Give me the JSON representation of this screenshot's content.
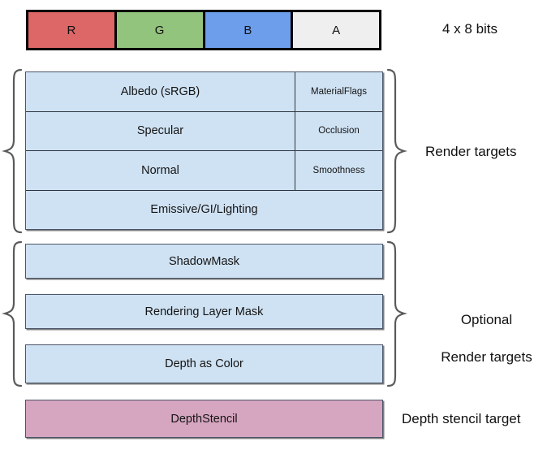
{
  "diagram": {
    "title_hidden": "",
    "colors": {
      "channel_r": "#DD6666",
      "channel_g": "#93C47D",
      "channel_b": "#6D9EEB",
      "channel_a": "#EFEFEF",
      "render_target_fill": "#CFE2F3",
      "depth_stencil_fill": "#D6A5C0",
      "stroke": "#4A5568",
      "text": "#111111"
    }
  },
  "rgba_strip": {
    "cells": [
      {
        "label": "R",
        "color": "#DD6666"
      },
      {
        "label": "G",
        "color": "#93C47D"
      },
      {
        "label": "B",
        "color": "#6D9EEB"
      },
      {
        "label": "A",
        "color": "#EFEFEF"
      }
    ],
    "side_label": "4 x 8 bits"
  },
  "render_targets": {
    "side_label": "Render targets",
    "rows": [
      {
        "main": "Albedo (sRGB)",
        "side": "MaterialFlags",
        "split": true
      },
      {
        "main": "Specular",
        "side": "Occlusion",
        "split": true
      },
      {
        "main": "Normal",
        "side": "Smoothness",
        "split": true
      },
      {
        "main": "Emissive/GI/Lighting",
        "side": "",
        "split": false
      }
    ]
  },
  "optional_render_targets": {
    "side_label_line1": "Optional",
    "side_label_line2": "Render targets",
    "boxes": [
      {
        "label": "ShadowMask"
      },
      {
        "label": "Rendering Layer Mask"
      },
      {
        "label": "Depth as Color"
      }
    ]
  },
  "depth_stencil": {
    "box_label": "DepthStencil",
    "side_label": "Depth stencil target"
  }
}
